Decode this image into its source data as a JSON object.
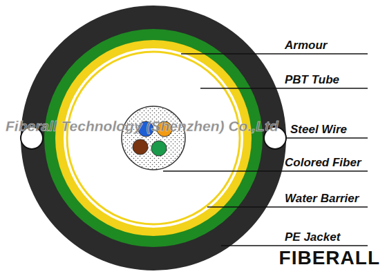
{
  "diagram": {
    "labels": [
      "Armour",
      "PBT Tube",
      "Steel Wire",
      "Colored Fiber",
      "Water Barrier",
      "PE Jacket",
      "Fiberall Technology (Shenzhen) Co.,Ltd",
      "FIBERALL"
    ]
  }
}
